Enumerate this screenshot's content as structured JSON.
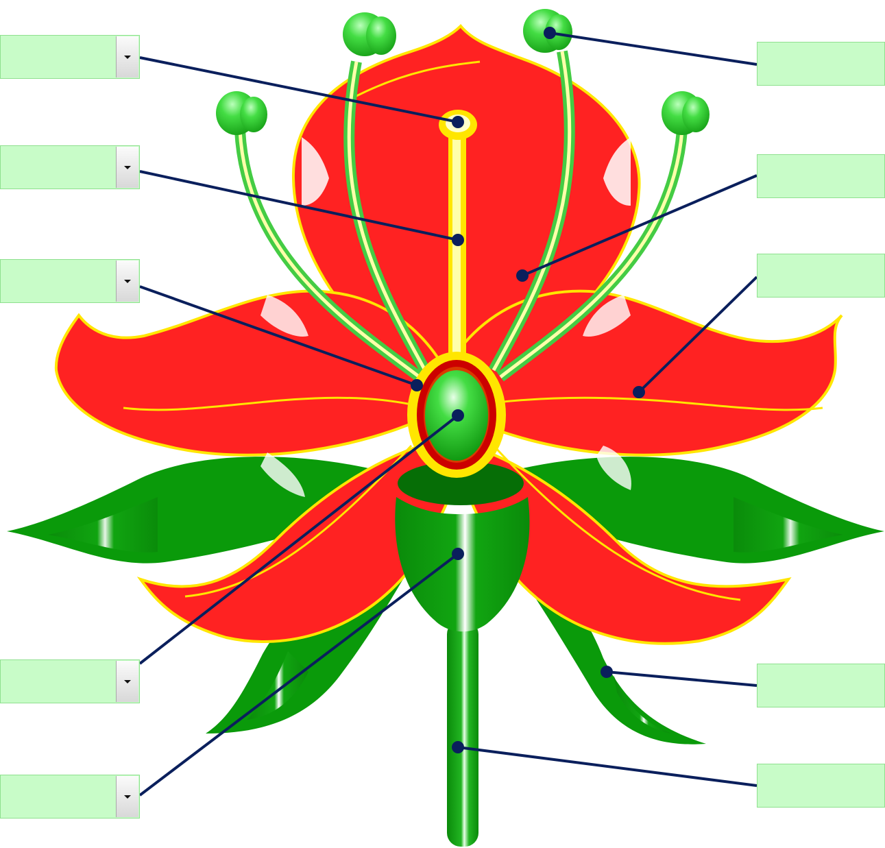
{
  "colors": {
    "petal": "#ff2424",
    "petal_edge": "#ffe600",
    "sepal": "#0a9a0a",
    "stamen": "#33cc33",
    "pistil": "#ffff66",
    "ovary_ring": "#cc0000",
    "leader_line": "#0a1f5c",
    "label_box": "#c8fcc8"
  },
  "label_boxes": {
    "left": [
      {
        "part": "stigma",
        "value": "",
        "control": "dropdown",
        "icon": "chevron-down-icon"
      },
      {
        "part": "style",
        "value": "",
        "control": "dropdown",
        "icon": "chevron-down-icon"
      },
      {
        "part": "ovary-wall",
        "value": "",
        "control": "dropdown",
        "icon": "chevron-down-icon"
      },
      {
        "part": "ovule",
        "value": "",
        "control": "dropdown",
        "icon": "chevron-down-icon"
      },
      {
        "part": "receptacle",
        "value": "",
        "control": "dropdown",
        "icon": "chevron-down-icon"
      }
    ],
    "right": [
      {
        "part": "anther",
        "value": ""
      },
      {
        "part": "filament",
        "value": ""
      },
      {
        "part": "petal",
        "value": ""
      },
      {
        "part": "sepal",
        "value": ""
      },
      {
        "part": "stalk",
        "value": ""
      }
    ]
  }
}
